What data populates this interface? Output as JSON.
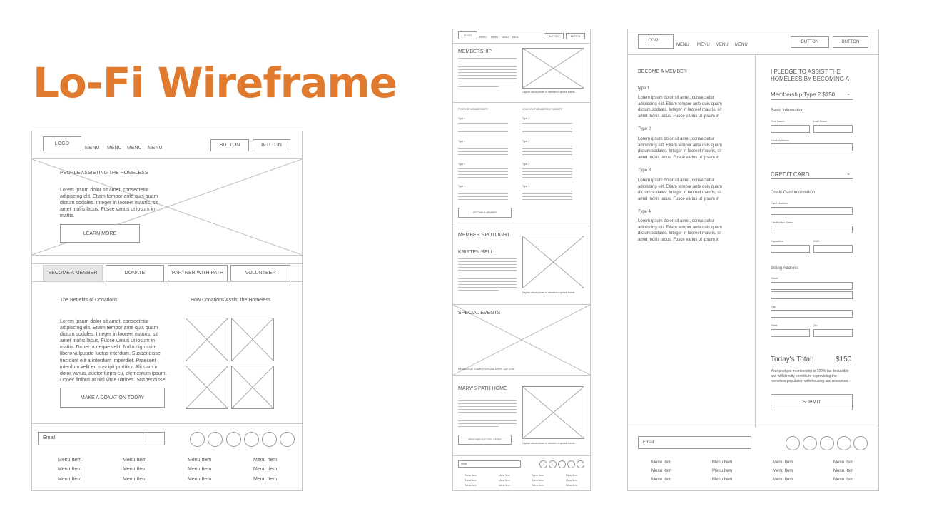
{
  "page_title": "Lo-Fi Wireframe",
  "w1": {
    "logo": "LOGO",
    "menus": [
      "MENU",
      "MENU",
      "MENU",
      "MENU"
    ],
    "buttons": [
      "BUTTON",
      "BUTTON"
    ],
    "hero_title": "PEOPLE ASSISTING THE HOMELESS",
    "hero_text": "Lorem ipsum dolor sit amet, consectetur adipiscing elit. Etiam tempor ante quis quam dictum sodales. Integer in laoreet mauris, sit amet mollis lacus. Fusce varius ut ipsum in mattis.",
    "hero_button": "LEARN MORE",
    "tabs": [
      "BECOME A MEMBER",
      "DONATE",
      "PARTNER WITH PATH",
      "VOLUNTEER"
    ],
    "benefits_title": "The Benefits of Donations",
    "assist_title": "How Donations Assist the Homeless",
    "body_text": "Lorem ipsum dolor sit amet, consectetur adipiscing elit. Etiam tempor ante quis quam dictum sodales. Integer in laoreet mauris, sit amet mollis lacus. Fusce varius ut ipsum in mattis. Donec a neque velit. Nulla dignissim libero vulputate luctus interdum. Suspendisse tincidunt elit a interdum imperdiet. Praesent interdum velit eu suscipit porttitor. Aliquam in dolor varius, auctor turpis eu, elementum ipsum. Donec finibus at nisl vitae ultrices. Suspendisse",
    "donate_button": "MAKE A DONATION TODAY",
    "email_placeholder": "Email",
    "footer_item": "Menu Item"
  },
  "w2": {
    "logo": "LOGO",
    "menus": [
      "MENU",
      "MENU",
      "MENU",
      "MENU"
    ],
    "buttons": [
      "BUTTON",
      "BUTTON"
    ],
    "membership": "MEMBERSHIP",
    "types_title": "TYPES OF MEMBERSHIPS",
    "assist_title": "HOW YOUR MEMBERSHIP ASSISTS",
    "type_label": "Type 1",
    "become_button": "BECOME A MEMBER",
    "spotlight": "MEMBER SPOTLIGHT",
    "spotlight_name": "KRISTEN BELL",
    "events": "SPECIAL EVENTS",
    "events_caption": "MEMBERS ATTENDING SPECIAL EVENT CAPTION",
    "path_home": "MARY'S PATH HOME",
    "read_button": "READ HER SUCCESS STORY",
    "caption": "Caption about picture of member of special events",
    "email_placeholder": "Email",
    "footer_item": "Menu Item"
  },
  "w3": {
    "logo": "LOGO",
    "menus": [
      "MENU",
      "MENU",
      "MENU",
      "MENU"
    ],
    "buttons": [
      "BUTTON",
      "BUTTON"
    ],
    "become_title": "BECOME A MEMBER",
    "types": [
      "type 1",
      "Type 2",
      "Type 3",
      "Type 4"
    ],
    "type_text": "Lorem ipsum dolor sit amet, consectetur adipiscing elit. Etiam tempor ante quis quam dictum sodales. Integer in laoreet mauris, sit amet mollis lacus. Fusce varius ut ipsum in",
    "pledge_title": "I PLEDGE TO ASSIST THE HOMELESS BY BECOMING A",
    "membership_select": "Membership Type 2  $150",
    "basic_info": "Basic Information",
    "first_name": "First Name",
    "last_name": "Last Name",
    "email_address": "Email Address",
    "credit_card": "CREDIT CARD",
    "cc_info": "Credit Card Information",
    "card_number": "Card Number",
    "cardholder": "Cardholder Name",
    "expiration": "Expiration",
    "cvc": "CVC",
    "billing": "Billing Address",
    "street": "Street",
    "city": "City",
    "state": "State",
    "zip": "Zip",
    "total_label": "Today's Total:",
    "total_value": "$150",
    "total_note": "Your pledged membership is 100% tax deductible and will directly contribute to providing the homeless population with housing and resources.",
    "submit": "SUBMIT",
    "email_placeholder": "Email",
    "footer_item": "Menu Item"
  }
}
